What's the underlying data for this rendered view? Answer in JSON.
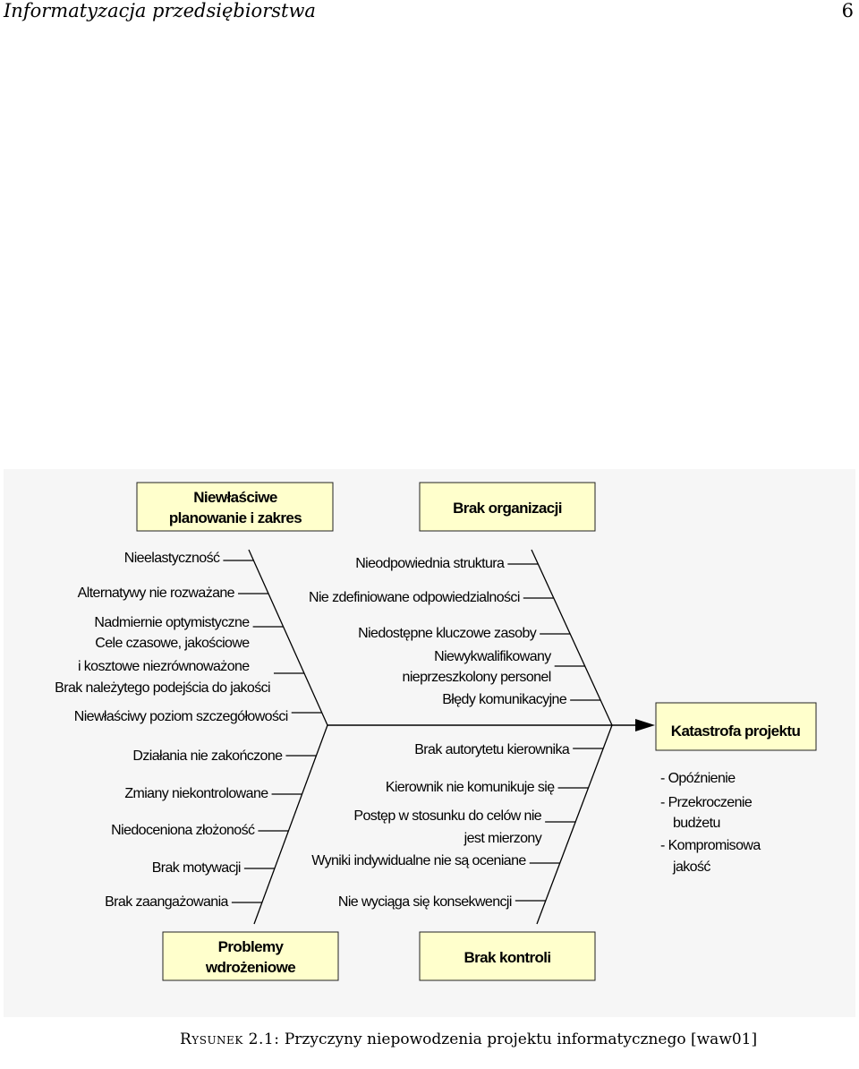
{
  "header": {
    "title": "Informatyzacja przedsiębiorstwa",
    "page_number": "6"
  },
  "diagram": {
    "categories": {
      "top_left": [
        "Niewłaściwe",
        "planowanie i zakres"
      ],
      "top_right": [
        "Brak organizacji"
      ],
      "bottom_left": [
        "Problemy",
        "wdrożeniowe"
      ],
      "bottom_right": [
        "Brak kontroli"
      ]
    },
    "causes": {
      "planowanie": [
        [
          "Nieelastyczność"
        ],
        [
          "Alternatywy nie rozważane"
        ],
        [
          "Nadmiernie optymistyczne",
          "Cele czasowe, jakościowe",
          "i kosztowe niezrównoważone"
        ],
        [
          "Brak należytego podejścia do jakości"
        ],
        [
          "Niewłaściwy poziom szczegółowości"
        ]
      ],
      "organizacja": [
        [
          "Nieodpowiednia struktura"
        ],
        [
          "Nie zdefiniowane odpowiedzialności"
        ],
        [
          "Niedostępne kluczowe zasoby"
        ],
        [
          "Niewykwalifikowany",
          "nieprzeszkolony personel"
        ],
        [
          "Błędy komunikacyjne"
        ]
      ],
      "wdrozeniowe": [
        [
          "Działania nie zakończone"
        ],
        [
          "Zmiany niekontrolowane"
        ],
        [
          "Niedoceniona złożoność"
        ],
        [
          "Brak motywacji"
        ],
        [
          "Brak zaangażowania"
        ]
      ],
      "kontrola": [
        [
          "Brak autorytetu kierownika"
        ],
        [
          "Kierownik nie komunikuje się"
        ],
        [
          "Postęp w stosunku do celów nie",
          "jest mierzony"
        ],
        [
          "Wyniki indywidualne nie są oceniane"
        ],
        [
          "Nie wyciąga się konsekwencji"
        ]
      ]
    },
    "effect": "Katastrofa projektu",
    "consequences": [
      [
        "- Opóźnienie"
      ],
      [
        "- Przekroczenie",
        "budżetu"
      ],
      [
        "- Kompromisowa",
        "jakość"
      ]
    ],
    "colors": {
      "box_fill": "#ffffcc",
      "background": "#f6f6f6",
      "line": "#000000"
    }
  },
  "caption": {
    "label": "Rysunek 2.1:",
    "text": "Przyczyny niepowodzenia projektu informatycznego [waw01]"
  }
}
